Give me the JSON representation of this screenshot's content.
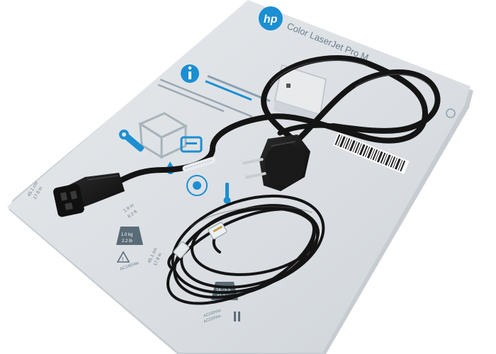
{
  "scene": {
    "description_colors": {
      "paper": "#dfe3e6",
      "paper_shadow": "#c9cfd4",
      "accent_blue": "#1b8fd2",
      "cable": "#141414"
    }
  },
  "brand": {
    "logo_text": "hp"
  },
  "product": {
    "title": "Color LaserJet Pro M"
  },
  "labels": {
    "weight_a": "1.0 kg",
    "weight_a2": "2.2 lb",
    "weight_b": "18.75 g",
    "weight_b2": "41.2 g",
    "voltage_a": "AC240Vac",
    "voltage_b": "AC100Vac",
    "voltage_c": "AC220Vac",
    "dim_a": "45.1 cm",
    "dim_a2": "17.8 in",
    "dim_b": "45.1 cm",
    "dim_b2": "17.8 in",
    "dim_c": "1.9 m",
    "dim_c2": "6.2 ft"
  },
  "icons": [
    "info-icon",
    "wrench-icon",
    "box-icon",
    "printer-icon",
    "drop-icon",
    "sun-icon",
    "thermometer-icon",
    "weight-icon",
    "warning-icon",
    "barcode-icon"
  ]
}
